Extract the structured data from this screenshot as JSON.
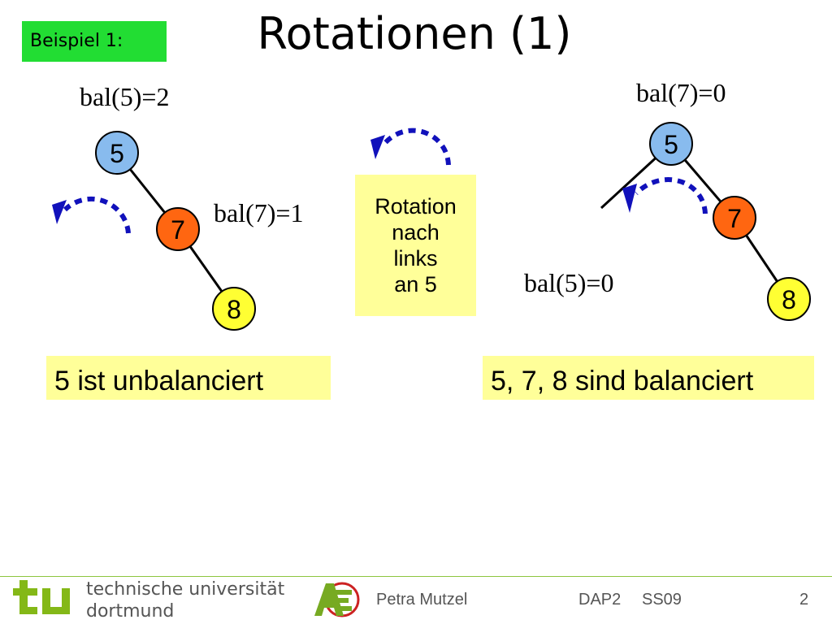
{
  "header": {
    "badge": "Beispiel 1:",
    "title": "Rotationen (1)"
  },
  "left": {
    "bal5": "bal(5)=2",
    "bal7": "bal(7)=1",
    "nodes": [
      "5",
      "7",
      "8"
    ],
    "caption": "5 ist unbalanciert"
  },
  "middle": {
    "rotation_lines": [
      "Rotation",
      "nach",
      "links",
      "an 5"
    ]
  },
  "right": {
    "bal7": "bal(7)=0",
    "bal5": "bal(5)=0",
    "nodes": [
      "5",
      "7",
      "8"
    ],
    "caption": "5, 7, 8 sind balanciert"
  },
  "colors": {
    "node5": "#88bbee",
    "node7": "#ff6611",
    "node8": "#ffff33",
    "arrow": "#1111bb",
    "box": "#ffff99",
    "badge": "#22dd33"
  },
  "footer": {
    "university_line1": "technische universität",
    "university_line2": "dortmund",
    "author": "Petra Mutzel",
    "course": "DAP2",
    "term": "SS09",
    "page": "2"
  }
}
